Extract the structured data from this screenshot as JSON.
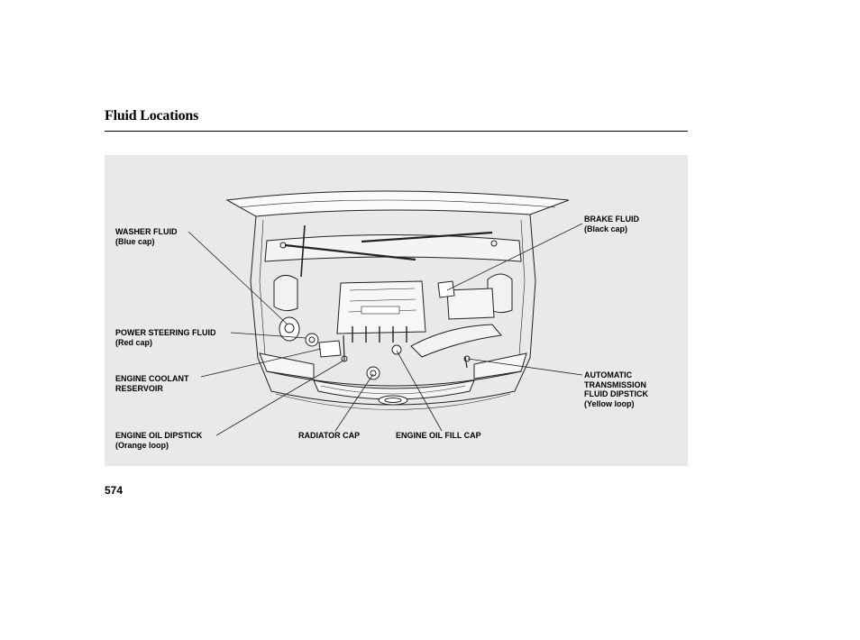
{
  "page": {
    "title": "Fluid Locations",
    "page_number": "574"
  },
  "labels": {
    "washer_fluid": {
      "name": "WASHER FLUID",
      "note": "(Blue cap)"
    },
    "power_steering_fluid": {
      "name": "POWER STEERING FLUID",
      "note": "(Red cap)"
    },
    "engine_coolant_reservoir": {
      "line1": "ENGINE COOLANT",
      "line2": "RESERVOIR"
    },
    "engine_oil_dipstick": {
      "name": "ENGINE OIL DIPSTICK",
      "note": "(Orange loop)"
    },
    "radiator_cap": {
      "name": "RADIATOR CAP"
    },
    "engine_oil_fill_cap": {
      "name": "ENGINE OIL FILL CAP"
    },
    "brake_fluid": {
      "name": "BRAKE FLUID",
      "note": "(Black cap)"
    },
    "automatic_transmission_fluid_dipstick": {
      "line1": "AUTOMATIC",
      "line2": "TRANSMISSION",
      "line3": "FLUID DIPSTICK",
      "note": "(Yellow loop)"
    }
  }
}
